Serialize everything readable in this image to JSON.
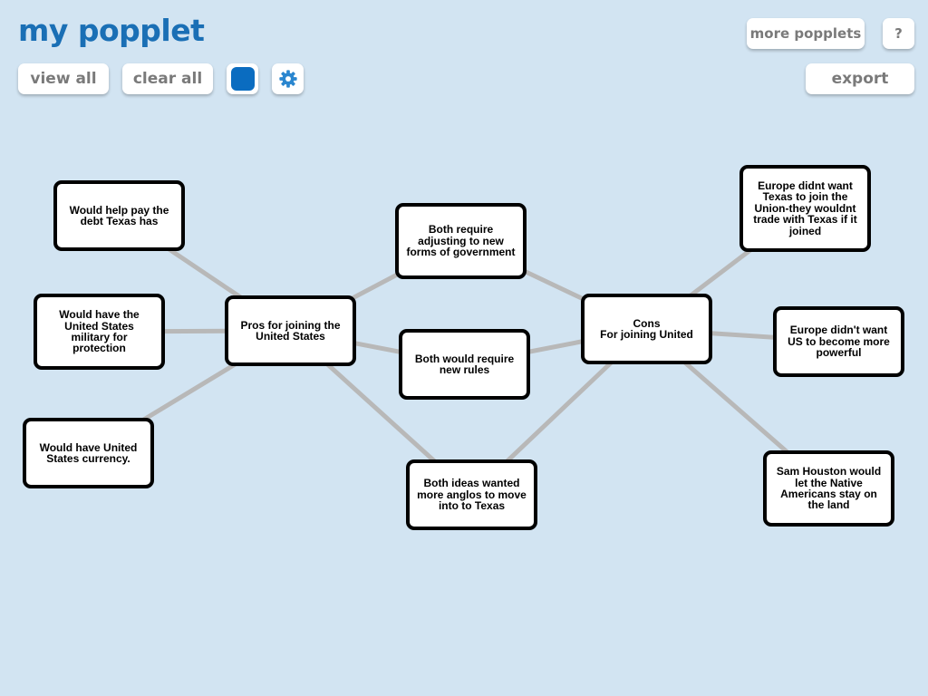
{
  "app": {
    "title": "my popplet"
  },
  "toolbar": {
    "view_all": "view all",
    "clear_all": "clear all",
    "more_popplets": "more popplets",
    "help": "?",
    "export": "export",
    "color_swatch_color": "#0a6cc0",
    "settings_icon": "gear-icon"
  },
  "popples": [
    {
      "id": "pros",
      "text": "Pros for joining the United States"
    },
    {
      "id": "debt",
      "text": "Would help pay the debt Texas has"
    },
    {
      "id": "military",
      "text": "Would have the United States military for protection"
    },
    {
      "id": "currency",
      "text": "Would have United States currency."
    },
    {
      "id": "adjust",
      "text": "Both require adjusting to new forms of government"
    },
    {
      "id": "rules",
      "text": "Both would require new rules"
    },
    {
      "id": "anglos",
      "text": "Both ideas wanted more anglos to move into to Texas"
    },
    {
      "id": "cons",
      "text": "Cons\nFor joining United"
    },
    {
      "id": "europe_trade",
      "text": "Europe didnt want Texas to join the Union-they wouldnt trade with Texas if it joined"
    },
    {
      "id": "europe_power",
      "text": "Europe didn't want US to become more powerful"
    },
    {
      "id": "houston",
      "text": "Sam Houston would let the Native Americans  stay on the land"
    }
  ],
  "connections": [
    [
      "pros",
      "debt"
    ],
    [
      "pros",
      "military"
    ],
    [
      "pros",
      "currency"
    ],
    [
      "pros",
      "adjust"
    ],
    [
      "pros",
      "rules"
    ],
    [
      "pros",
      "anglos"
    ],
    [
      "cons",
      "adjust"
    ],
    [
      "cons",
      "rules"
    ],
    [
      "cons",
      "anglos"
    ],
    [
      "cons",
      "europe_trade"
    ],
    [
      "cons",
      "europe_power"
    ],
    [
      "cons",
      "houston"
    ]
  ],
  "colors": {
    "background": "#d2e4f2",
    "title": "#1a6fb5",
    "connector": "#b8b8b8"
  }
}
